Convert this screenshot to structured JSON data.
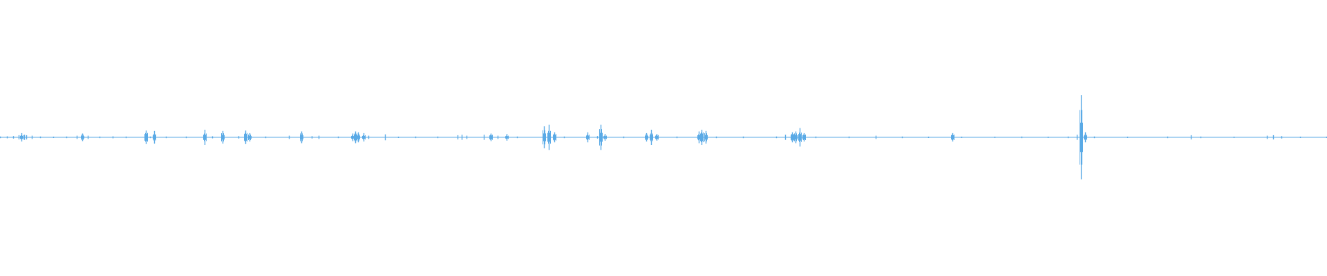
{
  "waveform": {
    "color": "#5aaae6",
    "background": "#ffffff",
    "samples": [
      {
        "t": 0.0,
        "a": 0.01
      },
      {
        "t": 0.005,
        "a": 0.012
      },
      {
        "t": 0.01,
        "a": 0.015
      },
      {
        "t": 0.014,
        "a": 0.025
      },
      {
        "t": 0.016,
        "a": 0.05
      },
      {
        "t": 0.018,
        "a": 0.03
      },
      {
        "t": 0.02,
        "a": 0.025
      },
      {
        "t": 0.024,
        "a": 0.02
      },
      {
        "t": 0.03,
        "a": 0.01
      },
      {
        "t": 0.04,
        "a": 0.008
      },
      {
        "t": 0.05,
        "a": 0.01
      },
      {
        "t": 0.058,
        "a": 0.02
      },
      {
        "t": 0.062,
        "a": 0.045
      },
      {
        "t": 0.066,
        "a": 0.02
      },
      {
        "t": 0.075,
        "a": 0.01
      },
      {
        "t": 0.085,
        "a": 0.012
      },
      {
        "t": 0.095,
        "a": 0.01
      },
      {
        "t": 0.11,
        "a": 0.08
      },
      {
        "t": 0.113,
        "a": 0.01
      },
      {
        "t": 0.116,
        "a": 0.075
      },
      {
        "t": 0.125,
        "a": 0.01
      },
      {
        "t": 0.14,
        "a": 0.01
      },
      {
        "t": 0.154,
        "a": 0.09
      },
      {
        "t": 0.16,
        "a": 0.012
      },
      {
        "t": 0.168,
        "a": 0.075
      },
      {
        "t": 0.18,
        "a": 0.015
      },
      {
        "t": 0.185,
        "a": 0.08
      },
      {
        "t": 0.188,
        "a": 0.05
      },
      {
        "t": 0.2,
        "a": 0.01
      },
      {
        "t": 0.218,
        "a": 0.02
      },
      {
        "t": 0.227,
        "a": 0.07
      },
      {
        "t": 0.235,
        "a": 0.015
      },
      {
        "t": 0.24,
        "a": 0.02
      },
      {
        "t": 0.255,
        "a": 0.01
      },
      {
        "t": 0.266,
        "a": 0.045
      },
      {
        "t": 0.268,
        "a": 0.07
      },
      {
        "t": 0.27,
        "a": 0.06
      },
      {
        "t": 0.274,
        "a": 0.05
      },
      {
        "t": 0.278,
        "a": 0.02
      },
      {
        "t": 0.29,
        "a": 0.035
      },
      {
        "t": 0.3,
        "a": 0.008
      },
      {
        "t": 0.313,
        "a": 0.01
      },
      {
        "t": 0.33,
        "a": 0.01
      },
      {
        "t": 0.345,
        "a": 0.025
      },
      {
        "t": 0.348,
        "a": 0.03
      },
      {
        "t": 0.352,
        "a": 0.02
      },
      {
        "t": 0.365,
        "a": 0.03
      },
      {
        "t": 0.37,
        "a": 0.045
      },
      {
        "t": 0.375,
        "a": 0.02
      },
      {
        "t": 0.382,
        "a": 0.04
      },
      {
        "t": 0.39,
        "a": 0.01
      },
      {
        "t": 0.41,
        "a": 0.13
      },
      {
        "t": 0.414,
        "a": 0.15
      },
      {
        "t": 0.418,
        "a": 0.06
      },
      {
        "t": 0.425,
        "a": 0.01
      },
      {
        "t": 0.443,
        "a": 0.06
      },
      {
        "t": 0.45,
        "a": 0.015
      },
      {
        "t": 0.453,
        "a": 0.15
      },
      {
        "t": 0.456,
        "a": 0.04
      },
      {
        "t": 0.47,
        "a": 0.01
      },
      {
        "t": 0.487,
        "a": 0.05
      },
      {
        "t": 0.491,
        "a": 0.09
      },
      {
        "t": 0.495,
        "a": 0.04
      },
      {
        "t": 0.51,
        "a": 0.01
      },
      {
        "t": 0.527,
        "a": 0.07
      },
      {
        "t": 0.529,
        "a": 0.09
      },
      {
        "t": 0.532,
        "a": 0.075
      },
      {
        "t": 0.54,
        "a": 0.01
      },
      {
        "t": 0.56,
        "a": 0.01
      },
      {
        "t": 0.585,
        "a": 0.01
      },
      {
        "t": 0.592,
        "a": 0.03
      },
      {
        "t": 0.597,
        "a": 0.06
      },
      {
        "t": 0.6,
        "a": 0.07
      },
      {
        "t": 0.603,
        "a": 0.11
      },
      {
        "t": 0.606,
        "a": 0.05
      },
      {
        "t": 0.615,
        "a": 0.01
      },
      {
        "t": 0.64,
        "a": 0.01
      },
      {
        "t": 0.66,
        "a": 0.02
      },
      {
        "t": 0.68,
        "a": 0.01
      },
      {
        "t": 0.7,
        "a": 0.008
      },
      {
        "t": 0.718,
        "a": 0.05
      },
      {
        "t": 0.725,
        "a": 0.008
      },
      {
        "t": 0.75,
        "a": 0.008
      },
      {
        "t": 0.77,
        "a": 0.01
      },
      {
        "t": 0.79,
        "a": 0.008
      },
      {
        "t": 0.805,
        "a": 0.01
      },
      {
        "t": 0.812,
        "a": 0.03
      },
      {
        "t": 0.815,
        "a": 0.5
      },
      {
        "t": 0.818,
        "a": 0.06
      },
      {
        "t": 0.825,
        "a": 0.01
      },
      {
        "t": 0.85,
        "a": 0.008
      },
      {
        "t": 0.88,
        "a": 0.01
      },
      {
        "t": 0.898,
        "a": 0.025
      },
      {
        "t": 0.905,
        "a": 0.01
      },
      {
        "t": 0.93,
        "a": 0.008
      },
      {
        "t": 0.955,
        "a": 0.02
      },
      {
        "t": 0.96,
        "a": 0.025
      },
      {
        "t": 0.966,
        "a": 0.015
      },
      {
        "t": 0.98,
        "a": 0.008
      },
      {
        "t": 1.0,
        "a": 0.008
      }
    ]
  }
}
